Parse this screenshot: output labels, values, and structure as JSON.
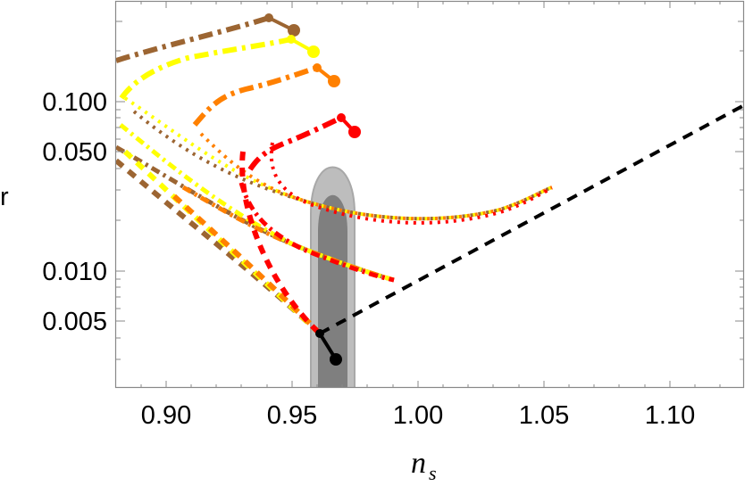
{
  "chart_data": {
    "type": "line",
    "title": "",
    "xlabel": "n_s",
    "xlabel_main": "n",
    "xlabel_sub": "s",
    "ylabel": "r",
    "xlim": [
      0.88,
      1.13
    ],
    "ylim": [
      0.0021,
      0.39
    ],
    "yscale": "log",
    "grid": false,
    "legend": "none",
    "x_ticks": [
      "0.90",
      "0.95",
      "1.00",
      "1.05",
      "1.10"
    ],
    "x_tick_values": [
      0.9,
      0.95,
      1.0,
      1.05,
      1.1
    ],
    "y_ticks": [
      "0.100",
      "0.050",
      "0.010",
      "0.005"
    ],
    "y_tick_values": [
      0.1,
      0.05,
      0.01,
      0.005
    ],
    "colors": {
      "brown": "#9C6532",
      "yellow": "#FFFF00",
      "orange": "#FF8000",
      "red": "#FF0000",
      "black": "#000000",
      "contour_outer": "#BDBDBD",
      "contour_inner": "#7F7F7F"
    },
    "series": [
      {
        "name": "brown dash-dot (upper)",
        "color": "brown",
        "style": "dashdot",
        "points": [
          [
            0.88,
            0.22
          ],
          [
            0.9,
            0.26
          ],
          [
            0.92,
            0.29
          ],
          [
            0.941,
            0.34
          ]
        ],
        "endpoints": [
          [
            0.941,
            0.34
          ],
          [
            0.951,
            0.29
          ]
        ]
      },
      {
        "name": "yellow dash-dot (upper)",
        "color": "yellow",
        "style": "dashdot",
        "points": [
          [
            0.884,
            0.1
          ],
          [
            0.895,
            0.135
          ],
          [
            0.91,
            0.17
          ],
          [
            0.93,
            0.2
          ],
          [
            0.95,
            0.23
          ]
        ],
        "endpoints": [
          [
            0.95,
            0.23
          ],
          [
            0.959,
            0.19
          ]
        ]
      },
      {
        "name": "orange dash-dot (upper)",
        "color": "orange",
        "style": "dashdot",
        "points": [
          [
            0.922,
            0.09
          ],
          [
            0.935,
            0.115
          ],
          [
            0.96,
            0.15
          ]
        ],
        "endpoints": [
          [
            0.96,
            0.15
          ],
          [
            0.967,
            0.125
          ]
        ]
      },
      {
        "name": "red dash-dot (upper)",
        "color": "red",
        "style": "dashdot",
        "points": [
          [
            0.935,
            0.033
          ],
          [
            0.945,
            0.055
          ],
          [
            0.97,
            0.078
          ]
        ],
        "endpoints": [
          [
            0.97,
            0.078
          ],
          [
            0.975,
            0.065
          ]
        ]
      },
      {
        "name": "dotted converging (all colors)",
        "color": "mixed",
        "style": "dotted",
        "endpoint": [
          1.054,
          0.03
        ]
      },
      {
        "name": "dash-dot converging (all colors)",
        "color": "mixed",
        "style": "dashdot",
        "endpoint": [
          0.991,
          0.0088
        ]
      },
      {
        "name": "dashed converging (all colors)",
        "color": "mixed",
        "style": "dashed",
        "endpoint": [
          0.961,
          0.0041
        ]
      },
      {
        "name": "black reference",
        "color": "black",
        "style": "dashed",
        "points": [
          [
            0.961,
            0.0041
          ],
          [
            1.13,
            0.095
          ]
        ],
        "endpoints": [
          [
            0.961,
            0.0041
          ],
          [
            0.968,
            0.0029
          ]
        ]
      }
    ],
    "contours": [
      {
        "level": "outer (95%)",
        "ns_range": [
          0.958,
          0.976
        ],
        "r_max": 0.037
      },
      {
        "level": "inner (68%)",
        "ns_range": [
          0.961,
          0.973
        ],
        "r_max": 0.026
      }
    ]
  }
}
